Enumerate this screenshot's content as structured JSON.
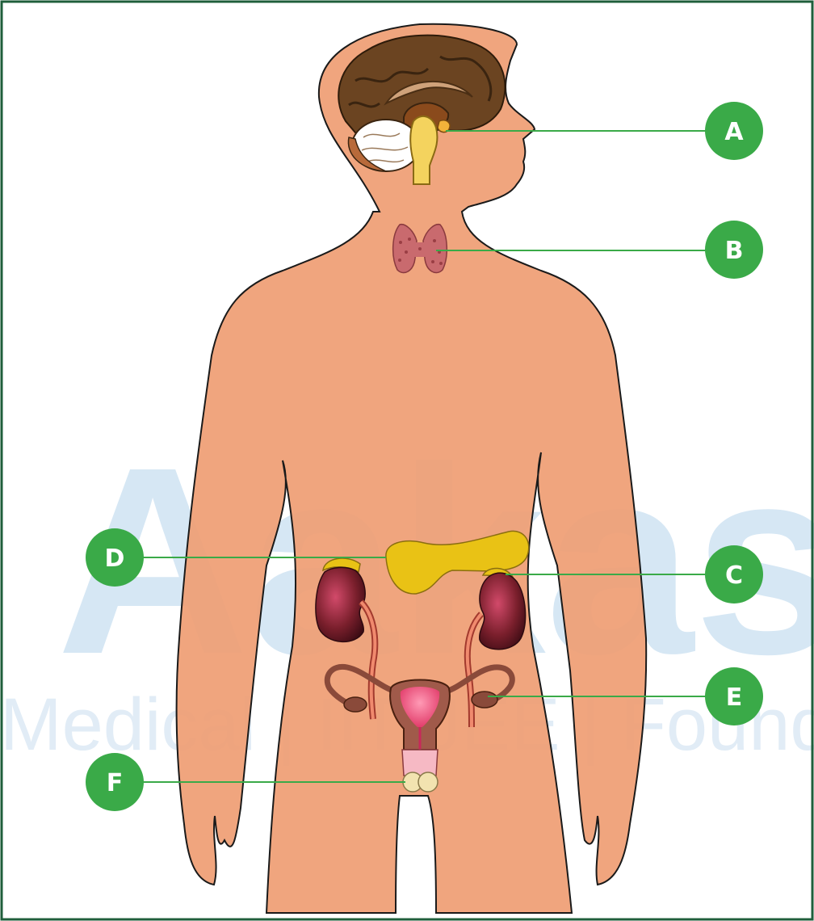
{
  "watermark": {
    "primary": "Aakash",
    "secondary": "Medical | IIT-JEE | Foundations"
  },
  "labels": [
    {
      "id": "A",
      "text": "A",
      "organ": "pituitary-gland"
    },
    {
      "id": "B",
      "text": "B",
      "organ": "thyroid-gland"
    },
    {
      "id": "C",
      "text": "C",
      "organ": "adrenal-gland"
    },
    {
      "id": "D",
      "text": "D",
      "organ": "pancreas"
    },
    {
      "id": "E",
      "text": "E",
      "organ": "ovary"
    },
    {
      "id": "F",
      "text": "F",
      "organ": "lower-gland"
    }
  ],
  "colors": {
    "border": "#1f5e3b",
    "skin": "#ef9e74",
    "label_circle": "#3aaa48",
    "leader_line": "#3aaa48",
    "brain": "#6b4421",
    "thyroid": "#c96a6e",
    "pancreas": "#e9c215",
    "kidney": "#7a1f2c",
    "uterus": "#f2708f"
  }
}
